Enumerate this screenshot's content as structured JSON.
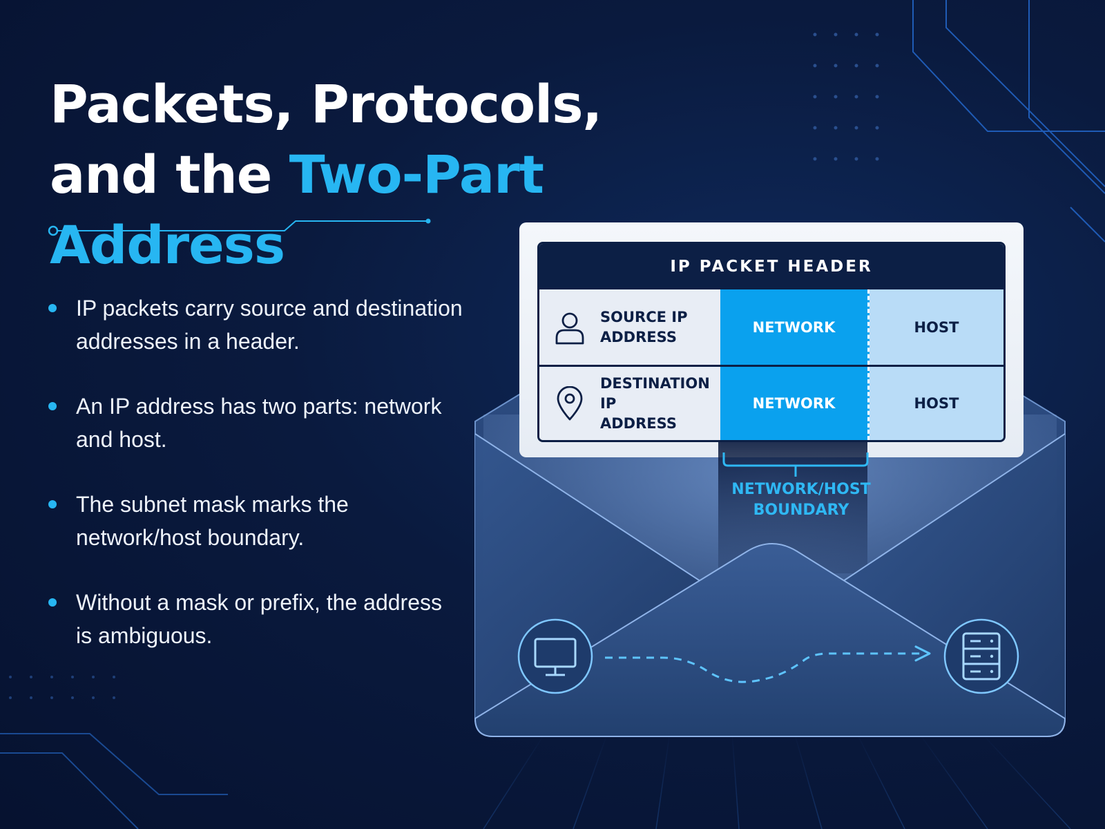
{
  "title": {
    "line1": "Packets, Protocols,",
    "line2_prefix": "and the ",
    "line2_highlight": "Two-Part Address"
  },
  "bullets": [
    "IP packets carry source and destination addresses in a header.",
    "An IP address has two parts: network and host.",
    "The subnet mask marks the network/host boundary.",
    "Without a mask or prefix, the address is ambiguous."
  ],
  "packet_header": {
    "title": "IP PACKET HEADER",
    "rows": [
      {
        "label": "SOURCE IP\nADDRESS",
        "icon": "user-icon",
        "network": "NETWORK",
        "host": "HOST"
      },
      {
        "label": "DESTINATION IP\nADDRESS",
        "icon": "location-pin-icon",
        "network": "NETWORK",
        "host": "HOST"
      }
    ]
  },
  "boundary_label": "NETWORK/HOST BOUNDARY",
  "icons": {
    "source_device": "monitor-icon",
    "destination_device": "server-icon",
    "connection": "dashed-arrow-icon"
  },
  "colors": {
    "accent": "#27b6f2",
    "network_cell": "#0aa1ee",
    "host_cell": "#b9dcf7",
    "navy": "#0c1f45",
    "background": "#0a1a3e"
  }
}
